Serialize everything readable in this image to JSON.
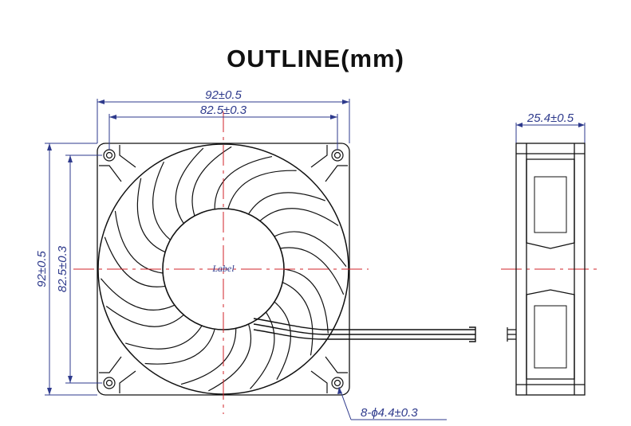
{
  "title": "OUTLINE(mm)",
  "dimensions": {
    "overall_width": "92±0.5",
    "hole_spacing_width": "82.5±0.3",
    "overall_height": "92±0.5",
    "hole_spacing_height": "82.5±0.3",
    "depth": "25.4±0.5",
    "mounting_holes": "8-ϕ4.4±0.3"
  },
  "hub_label": "Label",
  "colors": {
    "outline": "#111111",
    "dimension": "#2e3a8c",
    "centerline": "#d2232a",
    "title": "#111111"
  }
}
